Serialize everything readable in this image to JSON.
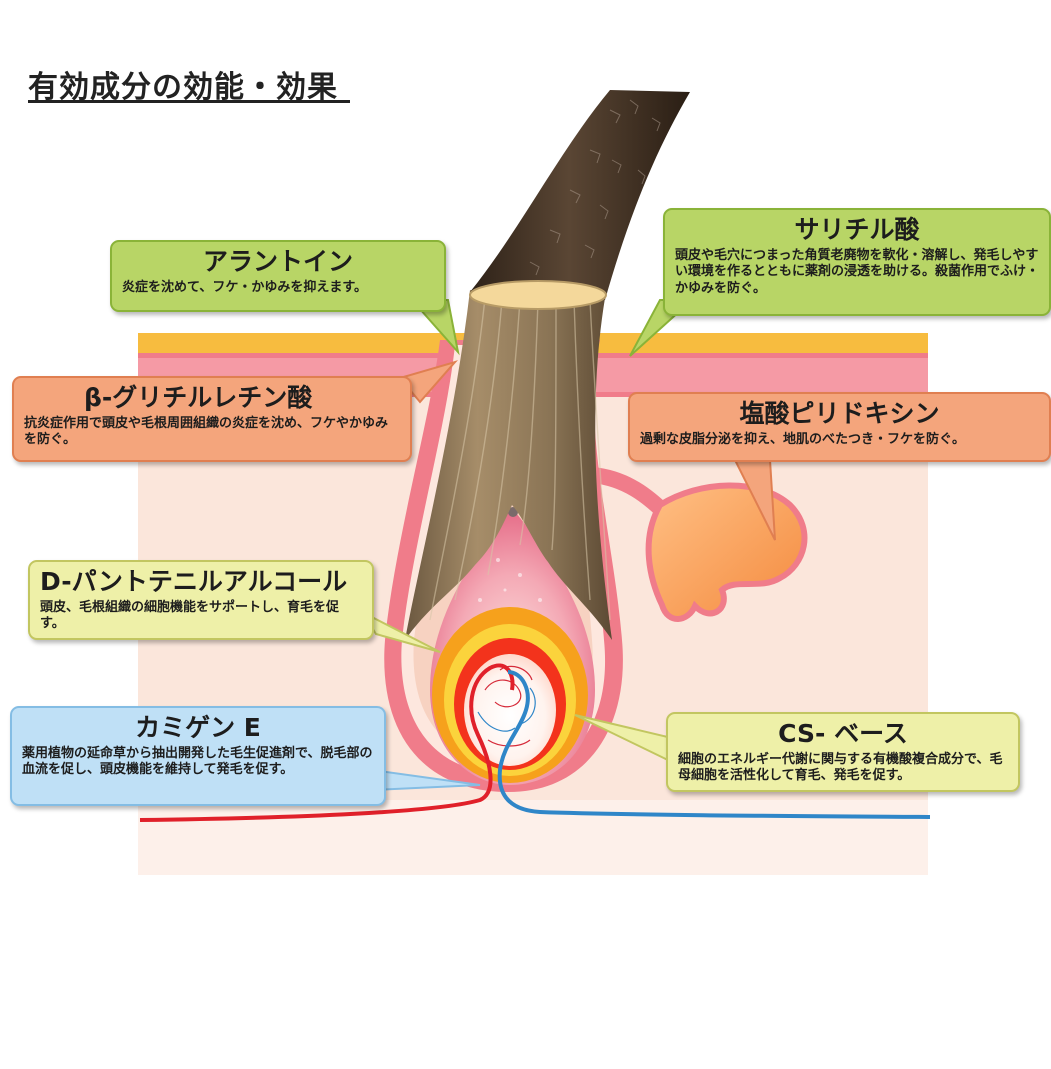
{
  "page": {
    "title": "有効成分の効能・効果"
  },
  "callouts": {
    "allantoin": {
      "name": "アラントイン",
      "desc": "炎症を沈めて、フケ・かゆみを抑えます。"
    },
    "salicylic": {
      "name": "サリチル酸",
      "desc": "頭皮や毛穴につまった角質老廃物を軟化・溶解し、発毛しやすい環境を作るとともに薬剤の浸透を助ける。殺菌作用でふけ・かゆみを防ぐ。"
    },
    "glycyrrhetin": {
      "name": "β-グリチルレチン酸",
      "desc": "抗炎症作用で頭皮や毛根周囲組織の炎症を沈め、フケやかゆみを防ぐ。"
    },
    "pyridoxine": {
      "name": "塩酸ピリドキシン",
      "desc": "過剰な皮脂分泌を抑え、地肌のべたつき・フケを防ぐ。"
    },
    "panthenol": {
      "name": "D-パントテニルアルコール",
      "desc": "頭皮、毛根組織の細胞機能をサポートし、育毛を促す。"
    },
    "kamigen": {
      "name": "カミゲン E",
      "desc": "薬用植物の延命草から抽出開発した毛生促進剤で、脱毛部の血流を促し、頭皮機能を維持して発毛を促す。"
    },
    "csbase": {
      "name": "CS- ベース",
      "desc": "細胞のエネルギー代謝に関与する有機酸複合成分で、毛母細胞を活性化して育毛、発毛を促す。"
    }
  },
  "colors": {
    "green": "#b8d566",
    "orange": "#f4a57c",
    "light_green": "#eef0a8",
    "blue": "#bfe0f6",
    "skin": "#fbe6db",
    "epidermis": "#f07c8a",
    "hair": "#8a7455",
    "artery": "#e0202a",
    "vein": "#2f86c8"
  }
}
